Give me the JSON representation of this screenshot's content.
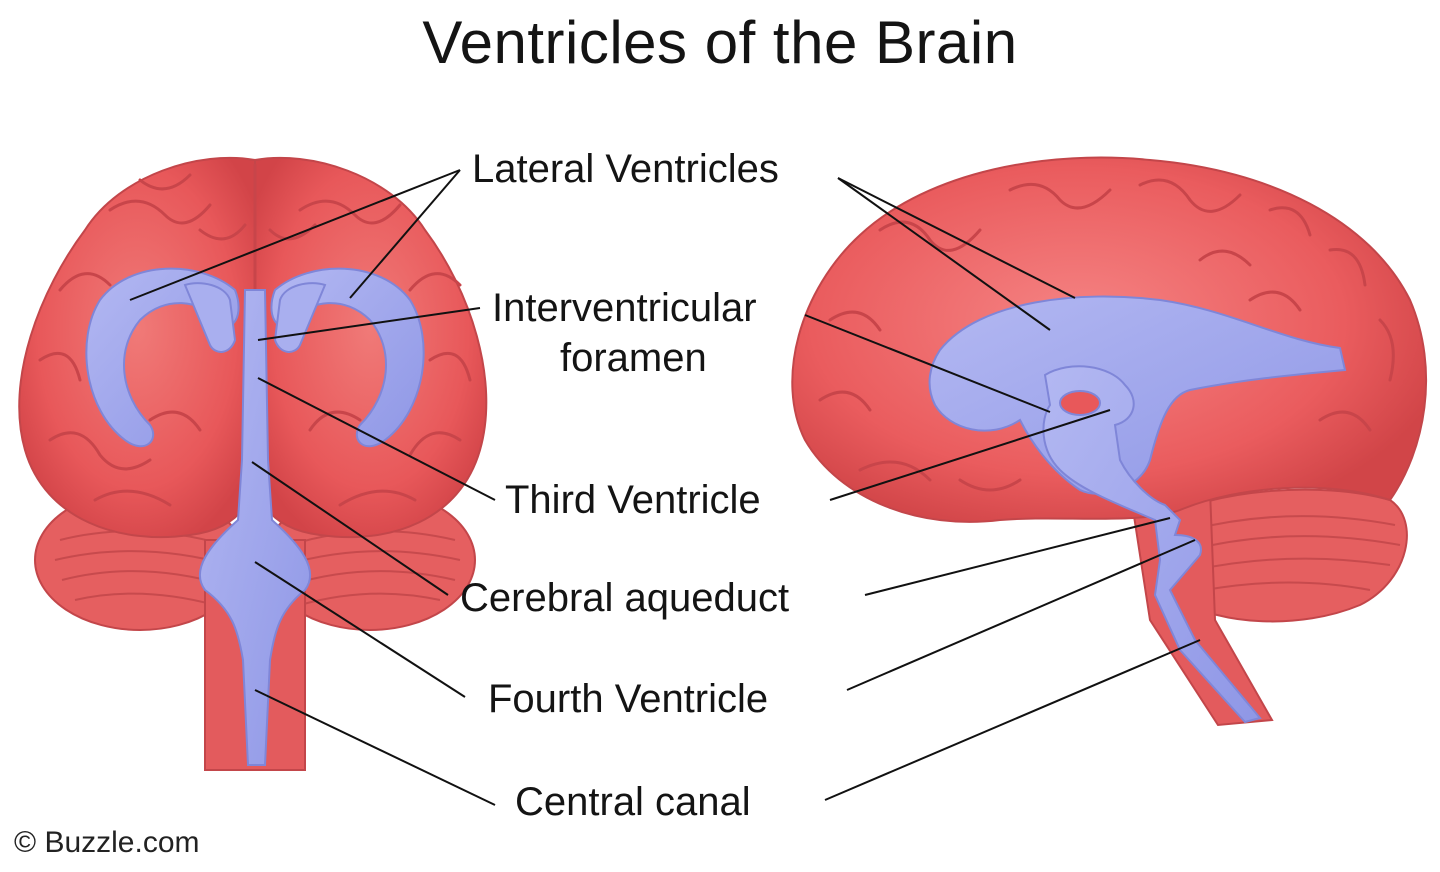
{
  "title": "Ventricles of the Brain",
  "labels": {
    "lateral_ventricles": "Lateral Ventricles",
    "interventricular_line1": "Interventricular",
    "interventricular_line2": "foramen",
    "third_ventricle": "Third Ventricle",
    "cerebral_aqueduct": "Cerebral aqueduct",
    "fourth_ventricle": "Fourth Ventricle",
    "central_canal": "Central canal"
  },
  "credit": "© Buzzle.com",
  "colors": {
    "brain_tissue": "#e8585a",
    "brain_fold": "#c93f44",
    "ventricle_fill": "#9aa2ec",
    "ventricle_outline": "#7f86d8",
    "leader_line": "#111111"
  }
}
